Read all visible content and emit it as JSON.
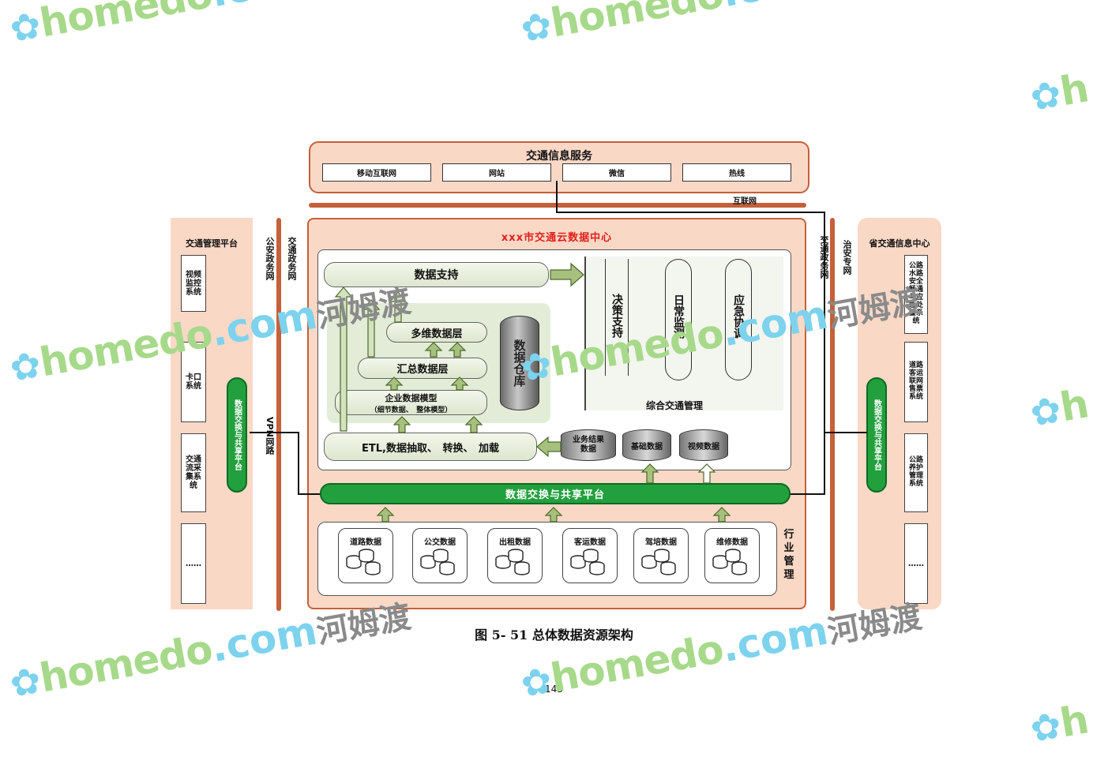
{
  "top": {
    "title": "交通信息服务",
    "channels": [
      "移动互联网",
      "网站",
      "微信",
      "热线"
    ],
    "internet_label": "互联网"
  },
  "left_panel": {
    "title": "交通管理平台",
    "systems": [
      "视频监控系统",
      "卡口系统",
      "交通流采集系统",
      "……"
    ],
    "exchange": "数据交换与共享平台"
  },
  "networks": {
    "public_security": "公安政务网",
    "transport_left": "交通政务网",
    "vpn": "VPN网路",
    "transport_right": "交通政务网",
    "public_order": "治安专网"
  },
  "right_panel": {
    "title": "省交通信息中心",
    "systems": [
      "公路水路安全畅通与应急处置系统",
      "道路客运联网售票系统",
      "公路养护管理系统",
      "……"
    ],
    "exchange": "数据交换与共享平台"
  },
  "center": {
    "title": "xxx市交通云数据中心",
    "data_support": "数据支持",
    "multi_dim": "多维数据层",
    "summary": "汇总数据层",
    "enterprise_model": "企业数据模型",
    "enterprise_model_sub": "（细节数据、　整体模型）",
    "warehouse": "数据仓库",
    "etl": "ETL,数据抽取、　转换、　加载",
    "db_business": "业务结果数据",
    "db_basic": "基础数据",
    "db_video": "视频数据",
    "apps": [
      "决策支持",
      "日常监测",
      "应急协调"
    ],
    "apps_caption": "综合交通管理",
    "exchange_bar": "数据交换与共享平台",
    "industry": [
      "道路数据",
      "公交数据",
      "出租数据",
      "客运数据",
      "驾培数据",
      "维修数据"
    ],
    "industry_label": "行业 管理"
  },
  "caption": "图 5- 51 总体数据资源架构",
  "page_number": "143",
  "watermark": {
    "latin": "homedo",
    "dot": ".com",
    "cn": "河姆渡"
  },
  "colors": {
    "peach": "#fad8c6",
    "orange": "#c5603a",
    "green": "#22a03e",
    "red_title": "#e0201b"
  }
}
